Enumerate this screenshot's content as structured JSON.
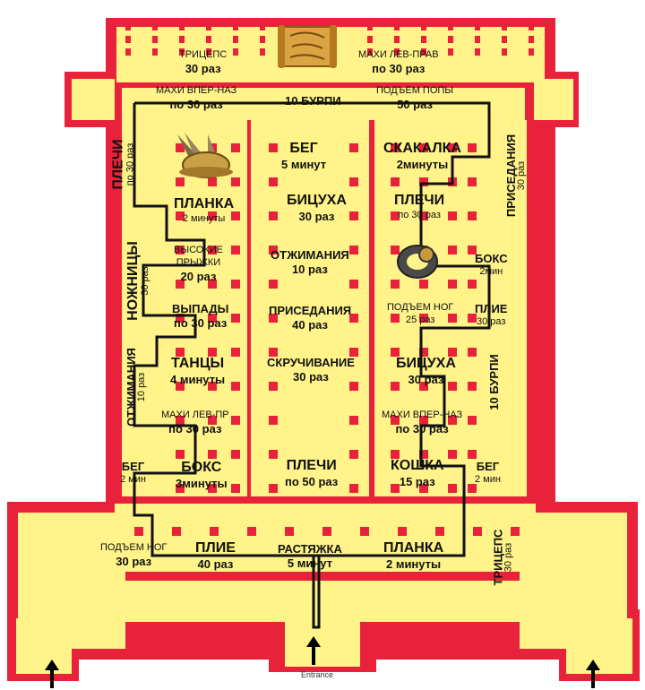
{
  "colors": {
    "wall": "#e8223a",
    "floor": "#fff38a",
    "route": "#111111",
    "pillar": "#e8223a"
  },
  "icons": {
    "top": "scroll-icon",
    "helmet": "winged-helmet-icon",
    "ring": "ring-icon",
    "arrows": "up-arrow-icon"
  },
  "entrance": "Entrance",
  "stations": [
    {
      "id": "triceps-top",
      "l1": "ТРИЦЕПС",
      "l2": "30 раз"
    },
    {
      "id": "swings-lr-top",
      "l1": "МАХИ ЛЕВ-ПРАВ",
      "l2": "по 30 раз"
    },
    {
      "id": "swings-fb-top",
      "l1": "МАХИ ВПЕР-НАЗ",
      "l2": "по 30 раз"
    },
    {
      "id": "burpee-top",
      "l1": "10 БУРПИ",
      "l2": ""
    },
    {
      "id": "glute-bridge",
      "l1": "ПОДЪЕМ  ПОПЫ",
      "l2": "50 раз"
    },
    {
      "id": "run-center",
      "l1": "БЕГ",
      "l2": "5 минут"
    },
    {
      "id": "jump-rope",
      "l1": "СКАКАЛКА",
      "l2": "2минуты"
    },
    {
      "id": "shoulders-left",
      "l1": "ПЛЕЧИ",
      "l2": "по 30 раз"
    },
    {
      "id": "squats-right",
      "l1": "ПРИСЕДАНИЯ",
      "l2": "30 раз"
    },
    {
      "id": "plank-left",
      "l1": "ПЛАНКА",
      "l2": "2 минуты"
    },
    {
      "id": "biceps-center",
      "l1": "БИЦУХА",
      "l2": "30 раз"
    },
    {
      "id": "shoulders-right",
      "l1": "ПЛЕЧИ",
      "l2": "по 30 раз"
    },
    {
      "id": "high-jumps",
      "l1": "ВЫСОКИЕ",
      "l2": "ПРЫЖКИ",
      "l3": "20 раз"
    },
    {
      "id": "pushups-center",
      "l1": "ОТЖИМАНИЯ",
      "l2": "10 раз"
    },
    {
      "id": "box-right",
      "l1": "БОКС",
      "l2": "2мин"
    },
    {
      "id": "scissors",
      "l1": "НОЖНИЦЫ",
      "l2": "30 раз"
    },
    {
      "id": "lunges",
      "l1": "ВЫПАДЫ",
      "l2": "по 30 раз"
    },
    {
      "id": "squats-center",
      "l1": "ПРИСЕДАНИЯ",
      "l2": "40 раз"
    },
    {
      "id": "leg-raise-right",
      "l1": "ПОДЪЕМ НОГ",
      "l2": "25 раз"
    },
    {
      "id": "plie-right",
      "l1": "ПЛИЕ",
      "l2": "30 раз"
    },
    {
      "id": "pushups-left",
      "l1": "ОТЖИМАНИЯ",
      "l2": "10 раз"
    },
    {
      "id": "dance",
      "l1": "ТАНЦЫ",
      "l2": "4 минуты"
    },
    {
      "id": "crunches",
      "l1": "СКРУЧИВАНИЕ",
      "l2": "30 раз"
    },
    {
      "id": "biceps-right",
      "l1": "БИЦУХА",
      "l2": "30 раз"
    },
    {
      "id": "burpee-right",
      "l1": "10 БУРПИ",
      "l2": ""
    },
    {
      "id": "swings-lr-left",
      "l1": "МАХИ ЛЕВ-ПР",
      "l2": "по 30 раз"
    },
    {
      "id": "swings-fb-right",
      "l1": "МАХИ ВПЕР-НАЗ",
      "l2": "по 30 раз"
    },
    {
      "id": "run-left",
      "l1": "БЕГ",
      "l2": "2 мин"
    },
    {
      "id": "box-left",
      "l1": "БОКС",
      "l2": "3минуты"
    },
    {
      "id": "shoulders-center",
      "l1": "ПЛЕЧИ",
      "l2": "по 50 раз"
    },
    {
      "id": "cat",
      "l1": "КОШКА",
      "l2": "15 раз"
    },
    {
      "id": "run-right",
      "l1": "БЕГ",
      "l2": "2 мин"
    },
    {
      "id": "leg-raise-bottom",
      "l1": "ПОДЪЕМ НОГ",
      "l2": "30 раз"
    },
    {
      "id": "plie-bottom",
      "l1": "ПЛИЕ",
      "l2": "40 раз"
    },
    {
      "id": "stretch",
      "l1": "РАСТЯЖКА",
      "l2": "5 минут"
    },
    {
      "id": "plank-bottom",
      "l1": "ПЛАНКА",
      "l2": "2 минуты"
    },
    {
      "id": "triceps-right",
      "l1": "ТРИЦЕПС",
      "l2": "30 раз"
    }
  ]
}
